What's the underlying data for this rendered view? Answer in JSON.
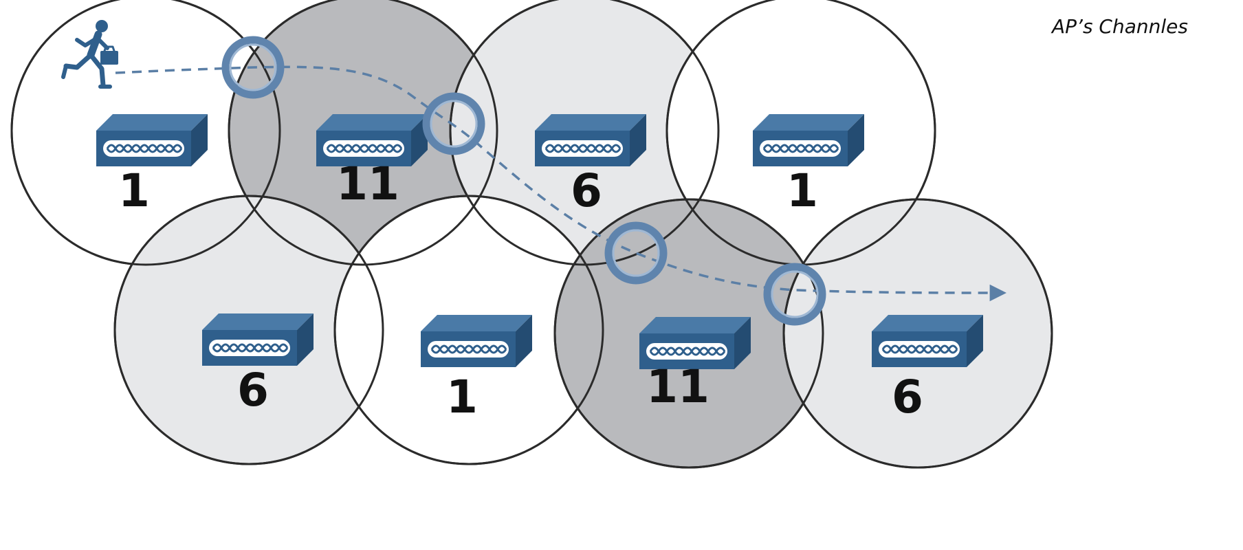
{
  "legend": {
    "title": "AP’s Channles"
  },
  "colors": {
    "channel_1": "#ffffff",
    "channel_6": "#e7e8ea",
    "channel_11": "#b9babd",
    "ap_body": "#2f5f8c",
    "ap_top": "#4a7aa7",
    "ap_side": "#244c72",
    "roam_path": "#5b7fa6",
    "handoff_ring": "#5f84ad",
    "cell_border": "#2b2b2b"
  },
  "icons": {
    "user": "running-person-icon",
    "access_point": "wireless-access-point-icon",
    "handoff": "handoff-ring-icon"
  },
  "cells": [
    {
      "channel": "1"
    },
    {
      "channel": "11"
    },
    {
      "channel": "6"
    },
    {
      "channel": "1"
    },
    {
      "channel": "6"
    },
    {
      "channel": "1"
    },
    {
      "channel": "11"
    },
    {
      "channel": "6"
    }
  ]
}
